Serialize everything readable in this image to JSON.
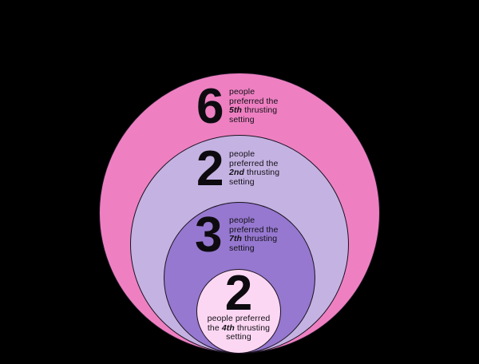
{
  "colors": {
    "background": "#000000",
    "text": "#131016",
    "number_text": "#0e0b10",
    "outline": "#1b1220"
  },
  "chart_data": {
    "type": "nested_circles",
    "title": "",
    "categories": [
      "5th thrusting setting",
      "2nd thrusting setting",
      "7th thrusting setting",
      "4th thrusting setting"
    ],
    "values": [
      6,
      2,
      3,
      2
    ],
    "layout": "concentric circles aligned tangent at bottom, largest behind",
    "circles": [
      {
        "number": "6",
        "line1": "people",
        "line2": "preferred the",
        "ordinal": "5th",
        "line3_rest": " thrusting",
        "line4": "setting",
        "fill": "#ee80c2"
      },
      {
        "number": "2",
        "line1": "people",
        "line2": "preferred the",
        "ordinal": "2nd",
        "line3_rest": " thrusting",
        "line4": "setting",
        "fill": "#c4b2e2"
      },
      {
        "number": "3",
        "line1": "people",
        "line2": "preferred the",
        "ordinal": "7th",
        "line3_rest": " thrusting",
        "line4": "setting",
        "fill": "#9678d0"
      },
      {
        "number": "2",
        "line1": "people preferred",
        "line2_pre": "the ",
        "ordinal": "4th",
        "line2_rest": " thrusting",
        "line3": "setting",
        "fill": "#fcd7f3"
      }
    ]
  }
}
